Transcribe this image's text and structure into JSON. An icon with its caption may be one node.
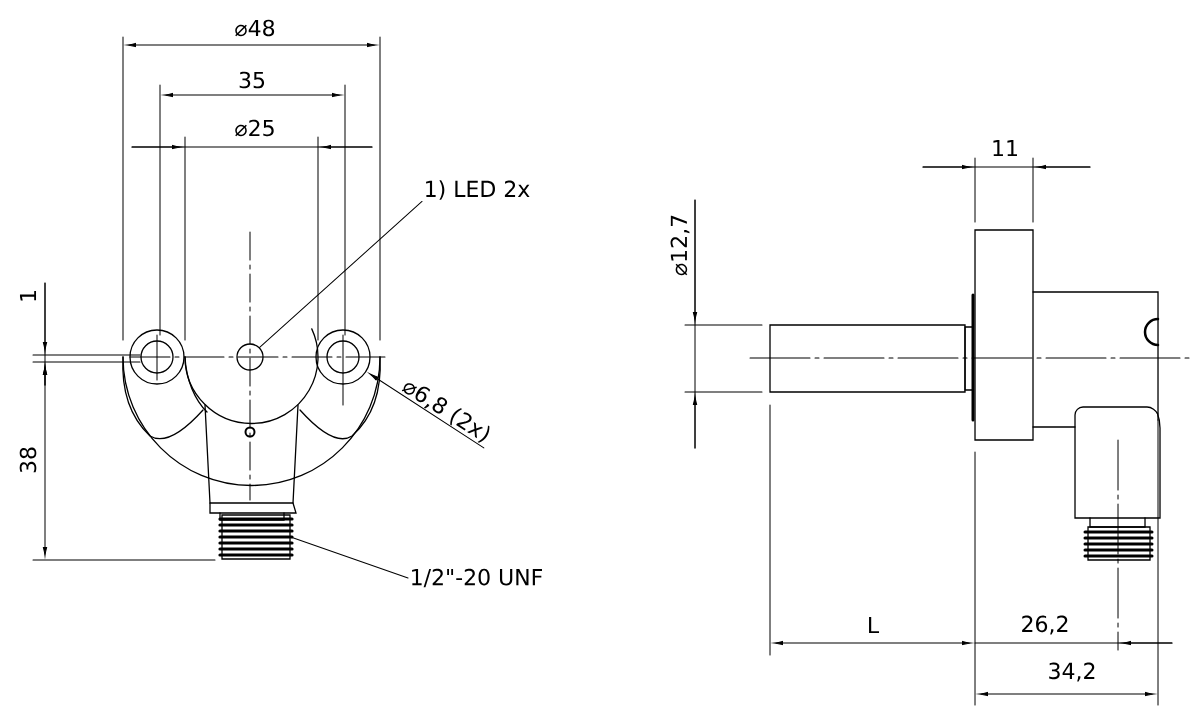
{
  "diagram": {
    "nodes": [
      {
        "text": [
          "1) LED 2x"
        ]
      },
      {
        "text": [],
        "shape": "circle"
      },
      {
        "text": [
          "⌀6,8 (2x)"
        ]
      },
      {
        "text": [],
        "shape": "circle"
      },
      {
        "text": [
          "1/2\"-20 UNF"
        ]
      },
      {
        "text": [],
        "shape": "box"
      }
    ],
    "edges": [
      {
        "from": 0,
        "to": 1,
        "arrow": "none"
      },
      {
        "from": 2,
        "to": 3,
        "arrow": "to"
      },
      {
        "from": 4,
        "to": 5,
        "arrow": "none"
      }
    ],
    "labels": [
      "⌀48",
      "35",
      "⌀25",
      "1",
      "38",
      "11",
      "⌀12,7",
      "L",
      "26,2",
      "34,2"
    ]
  }
}
